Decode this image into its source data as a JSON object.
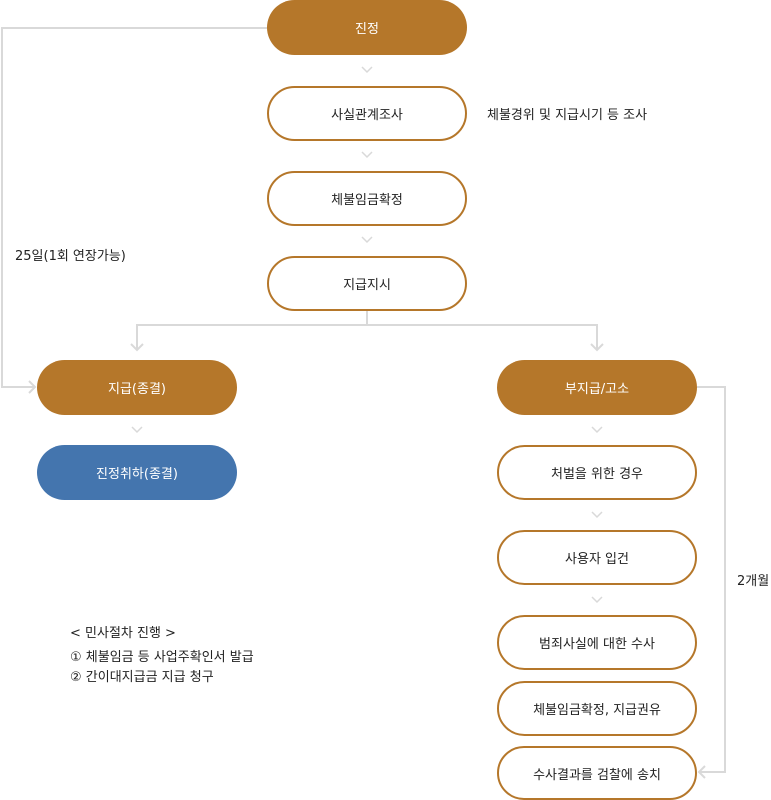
{
  "colors": {
    "accent": "#b5772a",
    "blue": "#4475ae",
    "line": "#d9d9d9"
  },
  "main_flow": [
    "진정",
    "사실관계조사",
    "체불임금확정",
    "지급지시"
  ],
  "side_note": "체불경위 및 지급시기 등 조사",
  "left_label": "25일(1회 연장가능)",
  "left_branch": [
    "지급(종결)",
    "진정취하(종결)"
  ],
  "right_branch": [
    "부지급/고소",
    "처벌을 위한 경우",
    "사용자 입건",
    "범죄사실에 대한 수사",
    "체불임금확정, 지급권유",
    "수사결과를 검찰에 송치"
  ],
  "right_label": "2개월",
  "notes": {
    "title": "< 민사절차 진행 >",
    "items": [
      "① 체불임금 등 사업주확인서 발급",
      "② 간이대지급금 지급 청구"
    ]
  }
}
